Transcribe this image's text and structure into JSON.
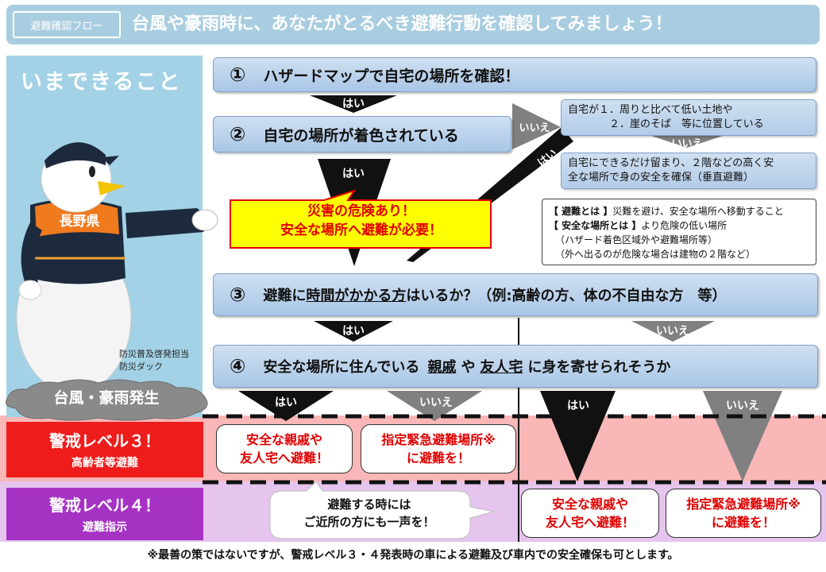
{
  "header": {
    "tag": "避難確認フロー",
    "title": "台風や豪雨時に、あなたがとるべき避難行動を確認してみましょう！"
  },
  "sidebar": {
    "heading": "いまできること",
    "vest_text": "長野県",
    "mascot_caption_1": "防災普及啓発担当",
    "mascot_caption_2": "防災ダック",
    "cloud_text": "台風・豪雨発生"
  },
  "steps": {
    "s1": {
      "num": "①",
      "text": "ハザードマップで自宅の場所を確認！"
    },
    "s2": {
      "num": "②",
      "text": "自宅の場所が着色されている"
    },
    "s3": {
      "num": "③",
      "pre": "避難に",
      "ul": "時間がかかる方",
      "post": "はいるか？（例:高齢の方、体の不自由な方　等）"
    },
    "s4": {
      "num": "④",
      "pre": "安全な場所に住んでいる",
      "ul1": "親戚",
      "mid": "や",
      "ul2": "友人宅",
      "post": "に身を寄せられそうか"
    }
  },
  "labels": {
    "yes": "はい",
    "no": "いいえ"
  },
  "side_boxes": {
    "low_land_1": "自宅が１．周りと比べて低い土地や",
    "low_land_2": "２．崖のそば　等に位置している",
    "vertical_1": "自宅にできるだけ留まり、２階などの高く安",
    "vertical_2": "全な場所で身の安全を確保（垂直避難）"
  },
  "definitions": {
    "d1_key": "【 避難とは 】",
    "d1_text": "災難を避け、安全な場所へ移動すること",
    "d2_key": "【 安全な場所とは 】",
    "d2_text": "より危険の低い場所",
    "d3": "（ハザード着色区域外や避難場所等）",
    "d4": "（外へ出るのが危険な場合は建物の２階など）"
  },
  "danger": {
    "line1": "災害の危険あり！",
    "line2": "安全な場所へ避難が必要！"
  },
  "levels": {
    "l3_title": "警戒レベル３！",
    "l3_sub": "高齢者等避難",
    "l4_title": "警戒レベル４！",
    "l4_sub": "避難指示"
  },
  "outcomes": {
    "relatives_1": "安全な親戚や",
    "relatives_2": "友人宅へ避難！",
    "shelter_1": "指定緊急避難場所※",
    "shelter_2": "に避難を！"
  },
  "speech": {
    "line1": "避難する時には",
    "line2": "ご近所の方にも一声を！"
  },
  "footnote": "※最善の策ではないですが、警戒レベル３・４発表時の車による避難及び車内での安全確保も可とします。",
  "colors": {
    "header_bg": "#a9cde0",
    "sidebar_bg": "#a3d2e6",
    "level3_band": "#f9b7b7",
    "level3_label": "#ee1c1c",
    "level4_band": "#e5c4ee",
    "level4_label": "#a632c4",
    "danger_bg": "#ffff00",
    "danger_text": "#e00000"
  }
}
